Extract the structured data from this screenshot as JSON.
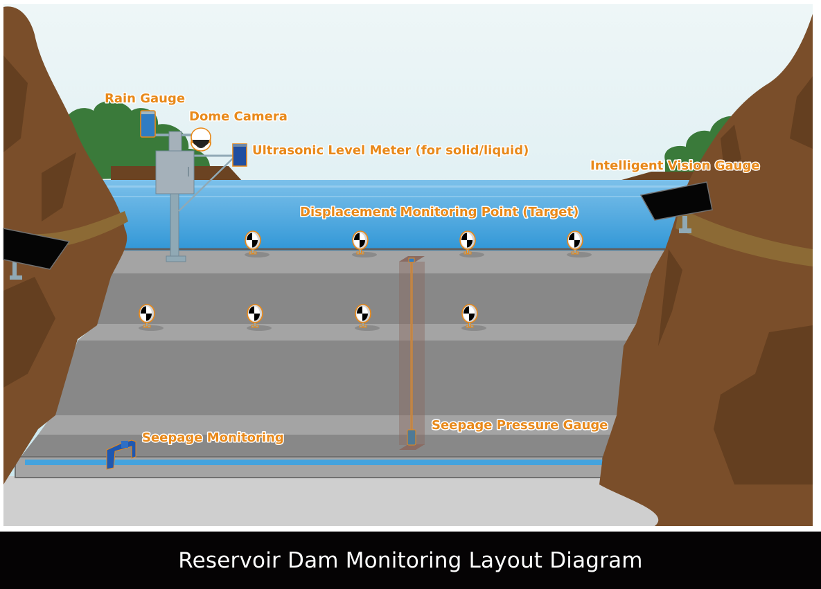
{
  "title": "Reservoir Dam Monitoring Layout Diagram",
  "labels": {
    "rain_gauge": "Rain Gauge",
    "dome_camera": "Dome Camera",
    "ultrasonic_level_meter": "Ultrasonic Level Meter (for solid/liquid)",
    "intelligent_vision_gauge": "Intelligent Vision Gauge",
    "displacement_monitoring_point": "Displacement Monitoring Point (Target)",
    "seepage_pressure_gauge": "Seepage Pressure Gauge",
    "seepage_monitoring": "Seepage Monitoring"
  },
  "colors": {
    "label_orange": "#e8891a",
    "sky_top": "#eef6f7",
    "sky_bottom": "#cde8ee",
    "water": "#3f9fdc",
    "rock": "#7a4e2a",
    "rock_dark": "#643f20",
    "tree": "#3a7a3a",
    "dam_light": "#a5a5a5",
    "dam_dark": "#888888",
    "device_blue": "#2f7cc4",
    "caption_bg": "#050304"
  },
  "targets": {
    "top_row_count": 4,
    "middle_row_count": 4
  }
}
